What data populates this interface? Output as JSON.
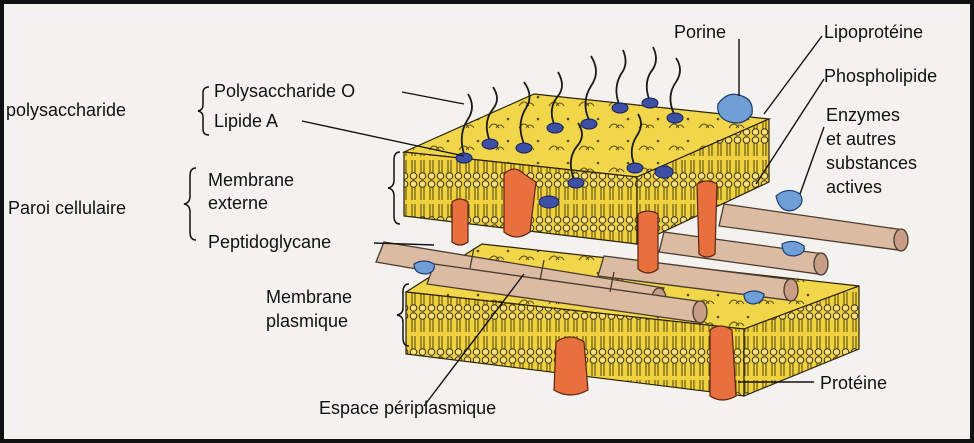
{
  "labels": {
    "lipopolysaccharide": "polysaccharide",
    "polysaccharide_o": "Polysaccharide O",
    "lipide_a": "Lipide A",
    "paroi": "Paroi cellulaire",
    "membrane_externe_1": "Membrane",
    "membrane_externe_2": "externe",
    "peptidoglycane": "Peptidoglycane",
    "membrane_plasmique_1": "Membrane",
    "membrane_plasmique_2": "plasmique",
    "espace": "Espace périplasmique",
    "porine": "Porine",
    "lipoproteine": "Lipoprotéine",
    "phospholipide": "Phospholipide",
    "enzymes_1": "Enzymes",
    "enzymes_2": "et autres",
    "enzymes_3": "substances",
    "enzymes_4": "actives",
    "proteine": "Protéine"
  },
  "colors": {
    "membrane_yellow": "#efd23e",
    "head_yellow": "#f2dc5a",
    "protein_orange": "#e8703f",
    "protein_dark": "#b94522",
    "rod_tan": "#d9b9a2",
    "porin_blue": "#6f9fd6",
    "polysaccharide_blue": "#3e4fa6",
    "text": "#111111"
  }
}
